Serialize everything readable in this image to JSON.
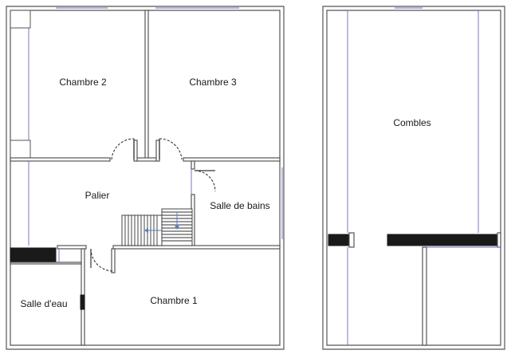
{
  "floor_plan": {
    "rooms": {
      "chambre_2": "Chambre 2",
      "chambre_3": "Chambre 3",
      "palier": "Palier",
      "salle_de_bains": "Salle de bains",
      "salle_d_eau": "Salle d'eau",
      "chambre_1": "Chambre 1",
      "combles": "Combles"
    }
  },
  "colors": {
    "wall": "#555555",
    "wall_fill": "#ffffff",
    "dark_wall": "#1a1a1a",
    "window_line": "#6a6ab8"
  }
}
